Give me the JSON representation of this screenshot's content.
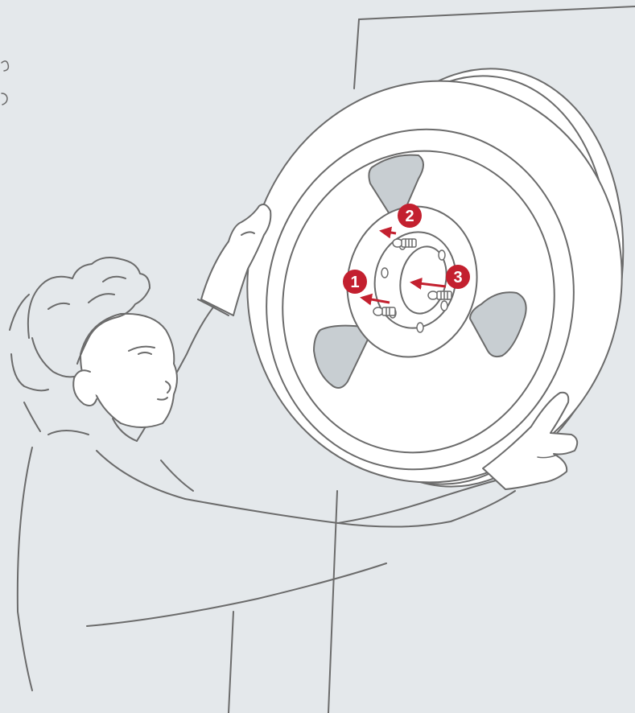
{
  "steps": [
    {
      "number": "1"
    },
    {
      "number": "2"
    },
    {
      "number": "3"
    }
  ],
  "colors": {
    "background": "#e4e8eb",
    "line": "#6b6b6b",
    "accent": "#c3202f",
    "wheel_window": "#c8ced2"
  }
}
